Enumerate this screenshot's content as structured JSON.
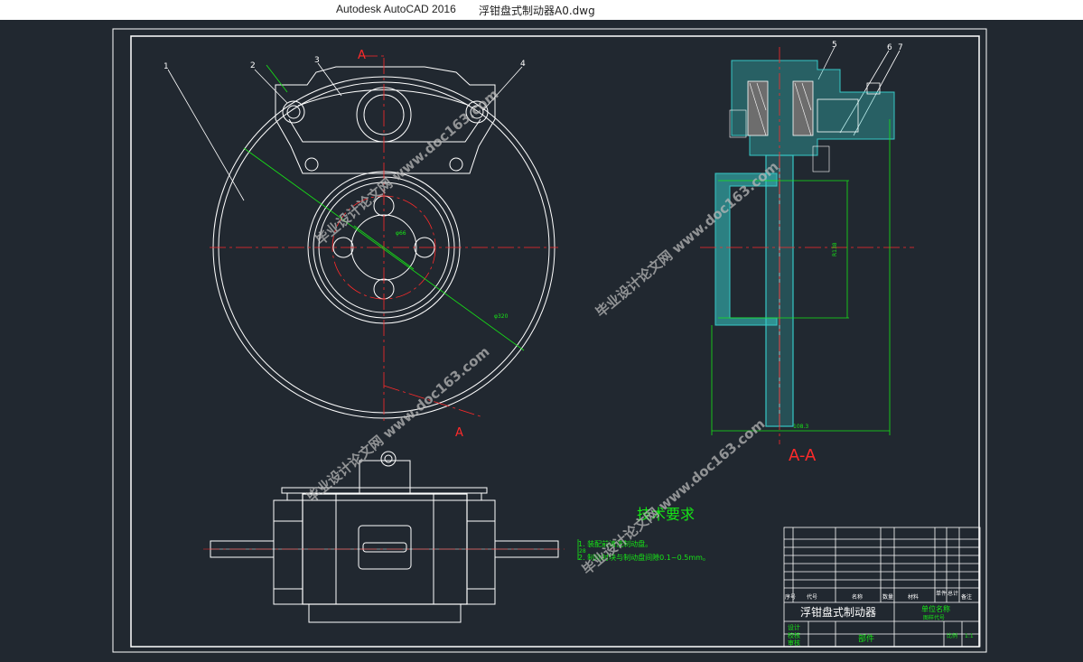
{
  "window": {
    "app_title": "Autodesk AutoCAD 2016",
    "document_title": "浮钳盘式制动器A0.dwg"
  },
  "drawing": {
    "section_mark": "A",
    "section_view_label": "A-A",
    "callouts": [
      "1",
      "2",
      "3",
      "4",
      "5",
      "6",
      "7"
    ],
    "dims": {
      "hub_dia": "φ66",
      "disc_dia": "φ320",
      "section_height": "R138",
      "section_width": "108.3",
      "pad_gap": "28"
    },
    "watermark": "毕业设计论文网 www.doc163.com",
    "tech_req": {
      "heading": "技术要求",
      "items": [
        "1. 装配前清洗制动盘。",
        "2. 制动衬块与制动盘间隙0.1~0.5mm。"
      ]
    },
    "title_block": {
      "drawing_name": "浮钳盘式制动器",
      "unit_label": "单位名称",
      "drawing_no": "图样代号",
      "assembly": "部件",
      "col_headers": [
        "序号",
        "代号",
        "名称",
        "数量",
        "材料",
        "单件",
        "总计",
        "备注"
      ],
      "sign_rows": [
        "设计",
        "校核",
        "审核"
      ],
      "scale_label": "比例",
      "scale_value": "1:1"
    }
  },
  "colors": {
    "background": "#212830",
    "line": "#ffffff",
    "center_line": "#ff2a2a",
    "dimension": "#16e616",
    "hatch": "#36c9c6",
    "watermark": "#b7b7b7"
  }
}
